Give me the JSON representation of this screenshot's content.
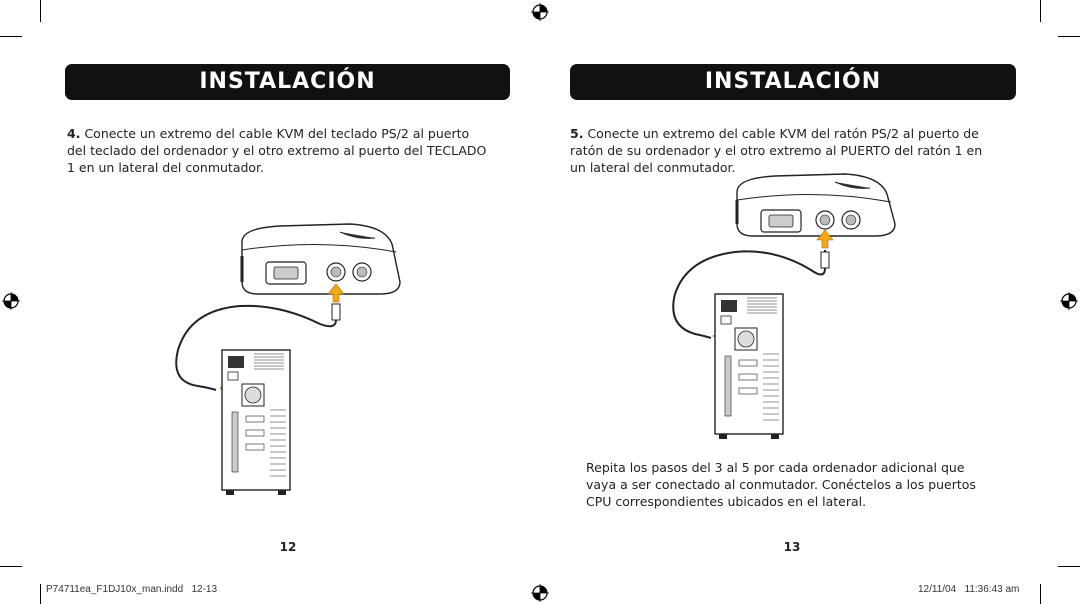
{
  "left_page": {
    "heading": "INSTALACIÓN",
    "step_number": "4.",
    "step_text": "Conecte un extremo del cable KVM del teclado PS/2 al puerto del teclado del ordenador y el otro extremo al puerto del TECLADO 1 en un lateral del conmutador.",
    "page_number": "12"
  },
  "right_page": {
    "heading": "INSTALACIÓN",
    "step_number": "5.",
    "step_text": "Conecte un extremo del cable KVM del ratón PS/2 al puerto de ratón de su ordenador y el otro extremo al PUERTO del ratón 1 en un lateral del conmutador.",
    "note_text": "Repita los pasos del 3 al 5 por cada ordenador adicional que vaya a ser conectado al conmutador. Conéctelos a los puertos CPU correspondientes ubicados en el lateral.",
    "page_number": "13"
  },
  "footer": {
    "file_info": "P74711ea_F1DJ10x_man.indd   12-13",
    "timestamp": "12/11/04   11:36:43 am"
  },
  "colors": {
    "banner": "#111111",
    "arrow": "#f0a818"
  }
}
